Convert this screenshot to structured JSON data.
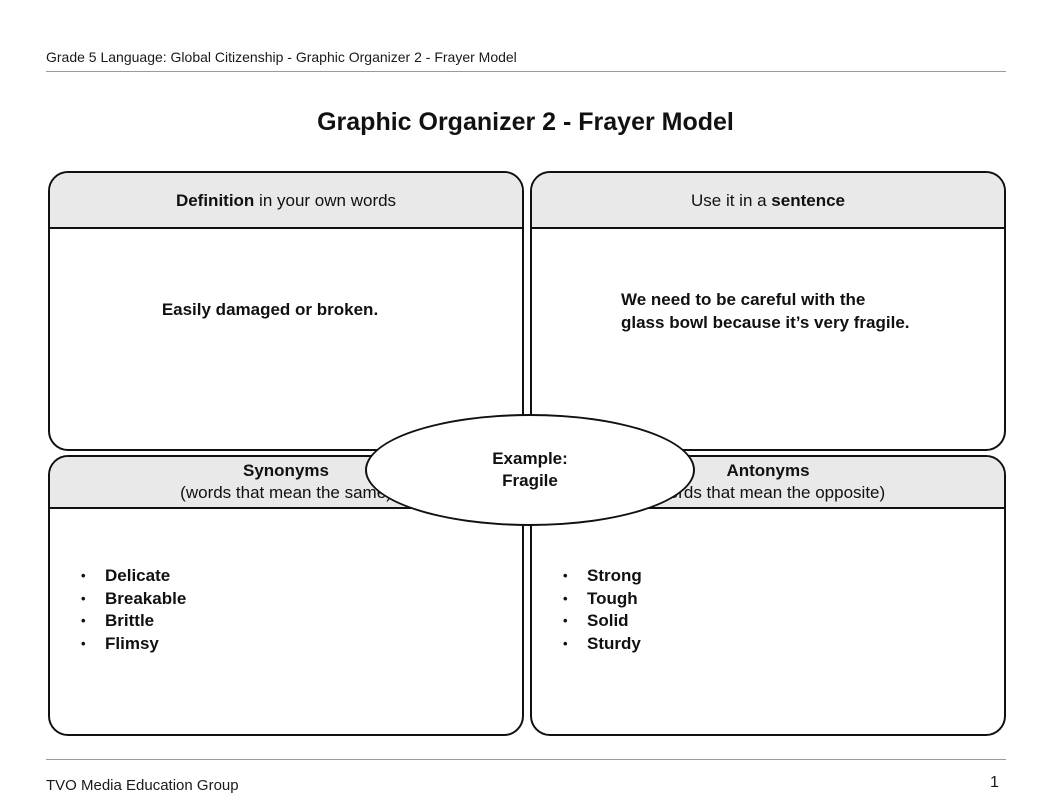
{
  "header": {
    "text": "Grade 5 Language: Global Citizenship - Graphic Organizer 2 - Frayer Model"
  },
  "title": "Graphic Organizer 2 - Frayer Model",
  "definition": {
    "head_bold": "Definition",
    "head_rest": " in your own words",
    "text": "Easily damaged or broken."
  },
  "sentence": {
    "head_rest": "Use it in a ",
    "head_bold": "sentence",
    "line1": "We need to be careful with the",
    "line2": "glass bowl because it’s very fragile."
  },
  "synonyms": {
    "head_bold": "Synonyms",
    "head_sub": "(words that mean the same)",
    "items": [
      "Delicate",
      "Breakable",
      "Brittle",
      "Flimsy"
    ]
  },
  "antonyms": {
    "head_bold": "Antonyms",
    "head_sub": "(words that mean the opposite)",
    "items": [
      "Strong",
      "Tough",
      "Solid",
      "Sturdy"
    ]
  },
  "center": {
    "line1": "Example:",
    "line2": "Fragile"
  },
  "footer": {
    "left": "TVO Media Education Group",
    "page": "1"
  }
}
